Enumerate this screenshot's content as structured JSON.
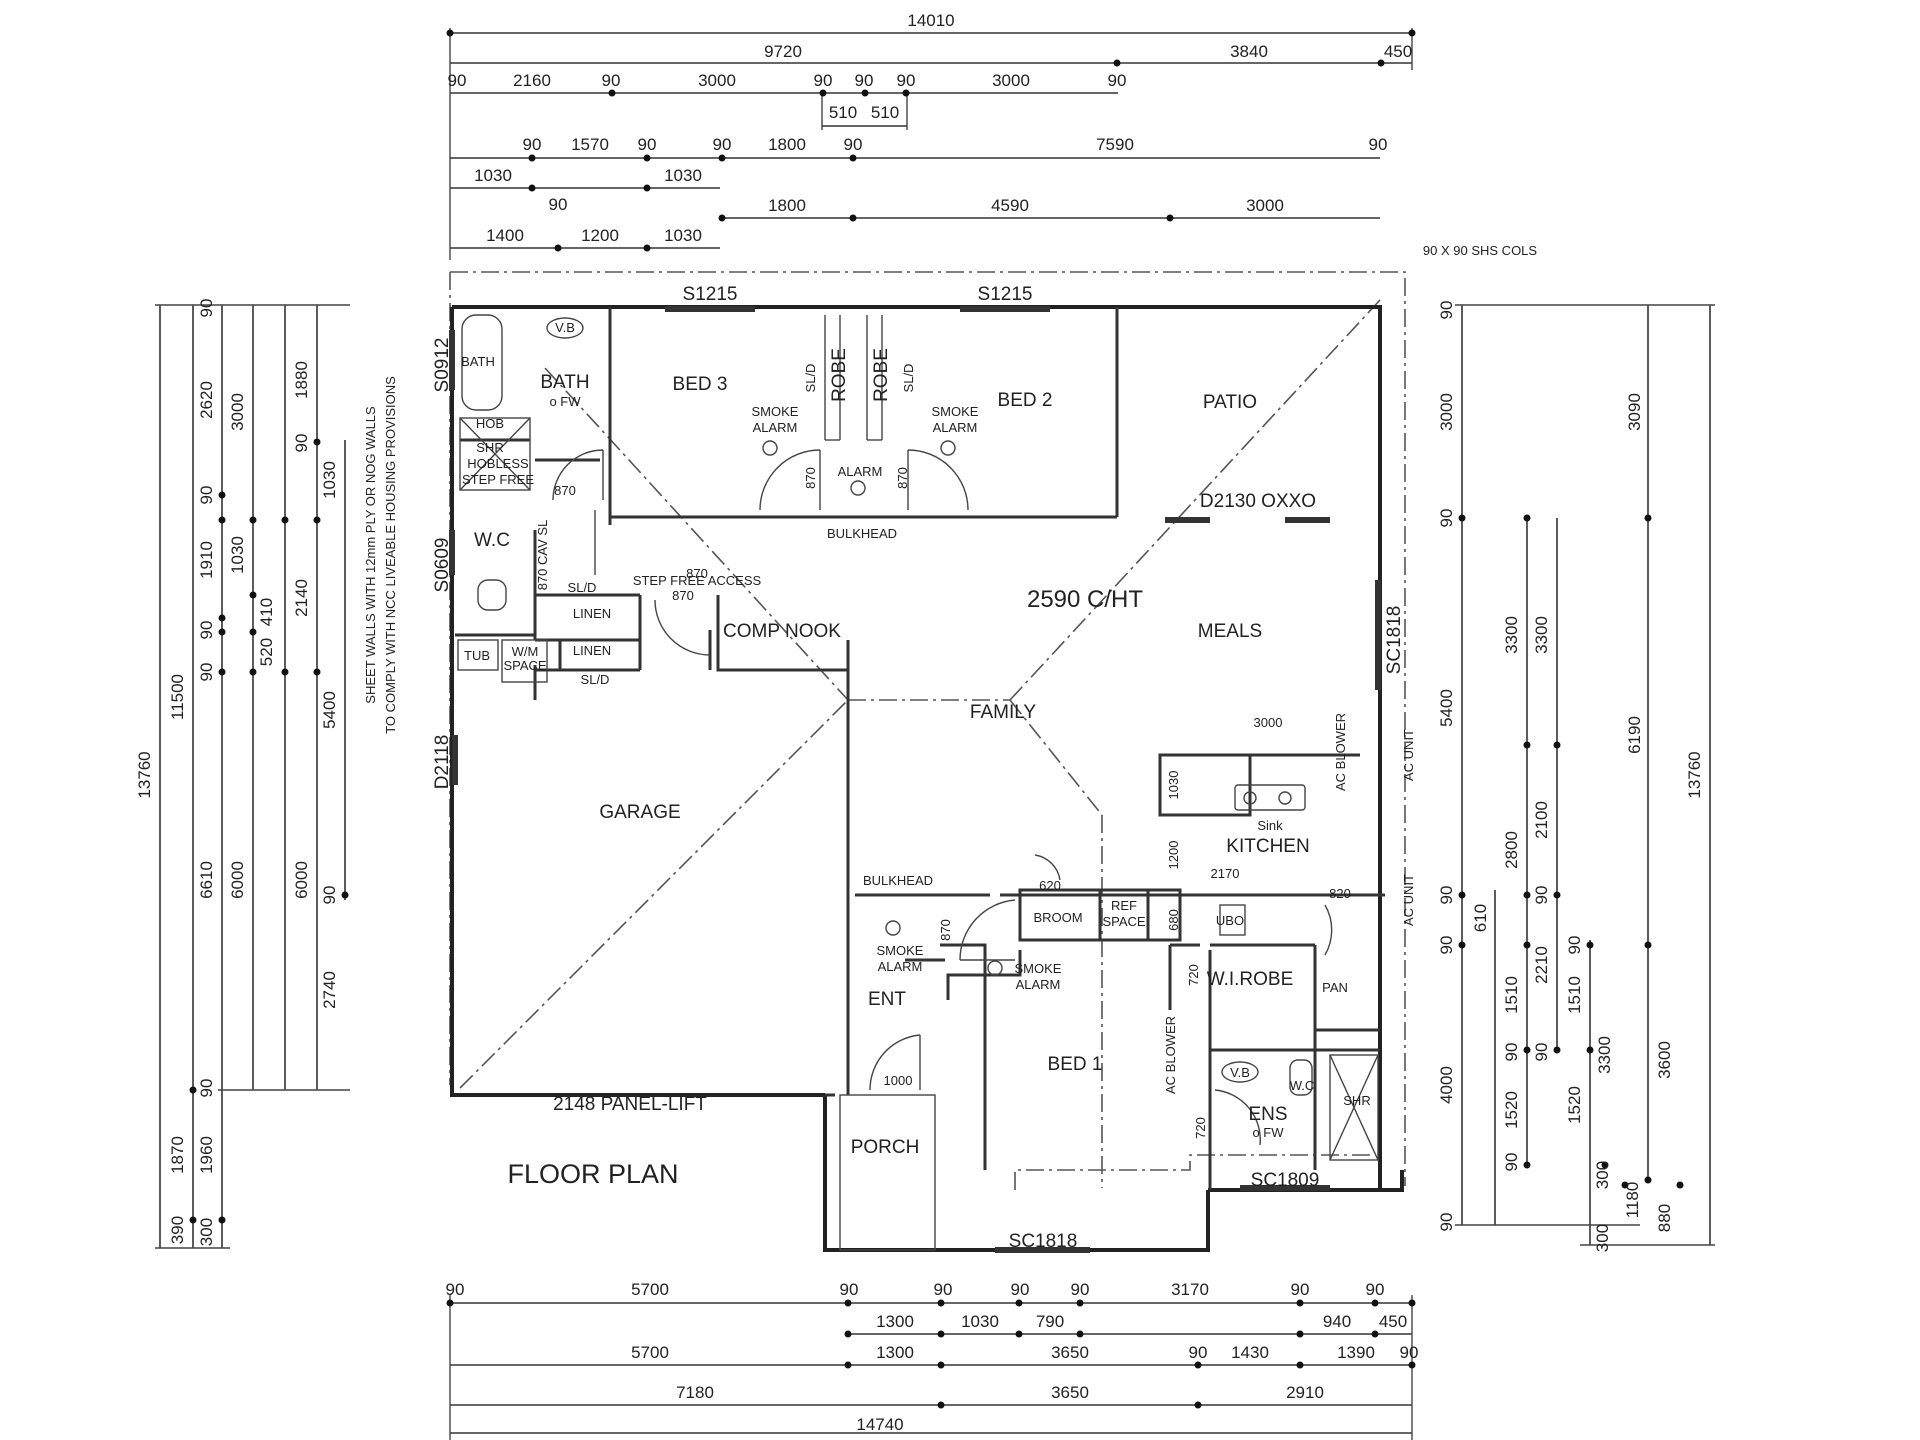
{
  "title": "FLOOR PLAN",
  "ceiling": "2590 C/HT",
  "rooms": {
    "bed3": "BED 3",
    "bed2": "BED 2",
    "patio": "PATIO",
    "bath": "BATH",
    "bath_fw": "o FW",
    "bath_tub": "BATH",
    "hob": "HOB",
    "shr_hobless": "SHR",
    "hobless": "HOBLESS",
    "step_free": "STEP FREE",
    "wc": "W.C",
    "linen1": "LINEN",
    "linen2": "LINEN",
    "comp_nook": "COMP NOOK",
    "meals": "MEALS",
    "family": "FAMILY",
    "garage": "GARAGE",
    "kitchen": "KITCHEN",
    "sink": "Sink",
    "ent": "ENT",
    "bed1": "BED 1",
    "wi_robe": "W.I.ROBE",
    "pan": "PAN",
    "ens": "ENS",
    "ens_fw": "o FW",
    "porch": "PORCH",
    "shr": "SHR",
    "wc_ens": "W.C",
    "vb1": "V.B",
    "vb2": "V.B",
    "robe1": "ROBE",
    "robe2": "ROBE",
    "sld1": "SL/D",
    "sld2": "SL/D",
    "sld3": "SL/D",
    "sld4": "SL/D",
    "tub": "TUB",
    "wm1": "W/M",
    "wm2": "SPACE",
    "broom": "BROOM",
    "ref1": "REF",
    "ref2": "SPACE",
    "ubo": "UBO"
  },
  "labels": {
    "s1215a": "S1215",
    "s1215b": "S1215",
    "s0912": "S0912",
    "s0609": "S0609",
    "d2118": "D2118",
    "d2130": "D2130 OXXO",
    "sc1818r": "SC1818",
    "sc1809": "SC1809",
    "sc1818b": "SC1818",
    "panel_lift": "2148 PANEL-LIFT",
    "cols": "90 X 90 SHS COLS",
    "bulkhead1": "BULKHEAD",
    "bulkhead2": "BULKHEAD",
    "step_free_access": "STEP FREE ACCESS",
    "cav_sl": "870 CAV SL",
    "alarm": "ALARM",
    "smoke1a": "SMOKE",
    "smoke1b": "ALARM",
    "smoke2a": "SMOKE",
    "smoke2b": "ALARM",
    "smoke3a": "SMOKE",
    "smoke3b": "ALARM",
    "smoke4a": "SMOKE",
    "smoke4b": "ALARM",
    "ac_blower1": "AC BLOWER",
    "ac_blower2": "AC BLOWER",
    "ac_unit1": "AC UNIT",
    "ac_unit2": "AC UNIT",
    "sheet_note1": "SHEET WALLS WITH 12mm PLY OR NOG WALLS",
    "sheet_note2": "TO COMPLY WITH NCC LIVEABLE HOUSING PROVISIONS",
    "d870a": "870",
    "d870b": "870",
    "d870c": "870",
    "d870d": "870",
    "d870e": "870",
    "d870f": "870",
    "d1000": "1000",
    "d620": "620",
    "d820": "820",
    "d720a": "720",
    "d720b": "720",
    "d680": "680",
    "d1200": "1200",
    "d2170": "2170",
    "d1030k": "1030",
    "d3000k": "3000"
  },
  "dims": {
    "top": {
      "r1": [
        "14010"
      ],
      "r2": [
        "9720",
        "3840",
        "450"
      ],
      "r3": [
        "90",
        "2160",
        "90",
        "3000",
        "90",
        "90",
        "90",
        "3000",
        "90"
      ],
      "r3b": [
        "510",
        "510"
      ],
      "r4": [
        "90",
        "1570",
        "90",
        "90",
        "1800",
        "90",
        "7590",
        "90"
      ],
      "r5": [
        "1030",
        "1030",
        "1800",
        "4590",
        "3000"
      ],
      "r6": [
        "90",
        "1400",
        "1200",
        "1030"
      ]
    },
    "bottom": {
      "r1": [
        "90",
        "5700",
        "90",
        "90",
        "90",
        "90",
        "3170",
        "90",
        "90"
      ],
      "r2": [
        "1300",
        "1030",
        "790",
        "940",
        "450"
      ],
      "r3": [
        "5700",
        "1300",
        "3650",
        "90",
        "1430",
        "1390",
        "90"
      ],
      "r4": [
        "7180",
        "3650",
        "2910"
      ],
      "r5": [
        "14740"
      ]
    },
    "left": {
      "c1": [
        "13760"
      ],
      "c2": [
        "11500",
        "1870",
        "390"
      ],
      "c3": [
        "90",
        "2620",
        "90",
        "1910",
        "90",
        "90",
        "6610",
        "90",
        "1960",
        "300"
      ],
      "c4": [
        "3000",
        "1030",
        "410",
        "520",
        "6000"
      ],
      "c5": [
        "1880",
        "90",
        "1030",
        "2140",
        "5400",
        "6000",
        "90",
        "2740"
      ]
    },
    "right": {
      "c1": [
        "90",
        "3000",
        "90",
        "5400",
        "90",
        "90",
        "4000",
        "90"
      ],
      "c2": [
        "610",
        "2800",
        "1510",
        "90",
        "1520",
        "90"
      ],
      "c3": [
        "3300",
        "2100",
        "90",
        "2210",
        "1520",
        "300"
      ],
      "c4": [
        "3300",
        "90",
        "1510",
        "90",
        "1180",
        "300"
      ],
      "c5": [
        "3090",
        "6190",
        "3300",
        "880"
      ],
      "c6": [
        "13760",
        "3600"
      ]
    }
  }
}
